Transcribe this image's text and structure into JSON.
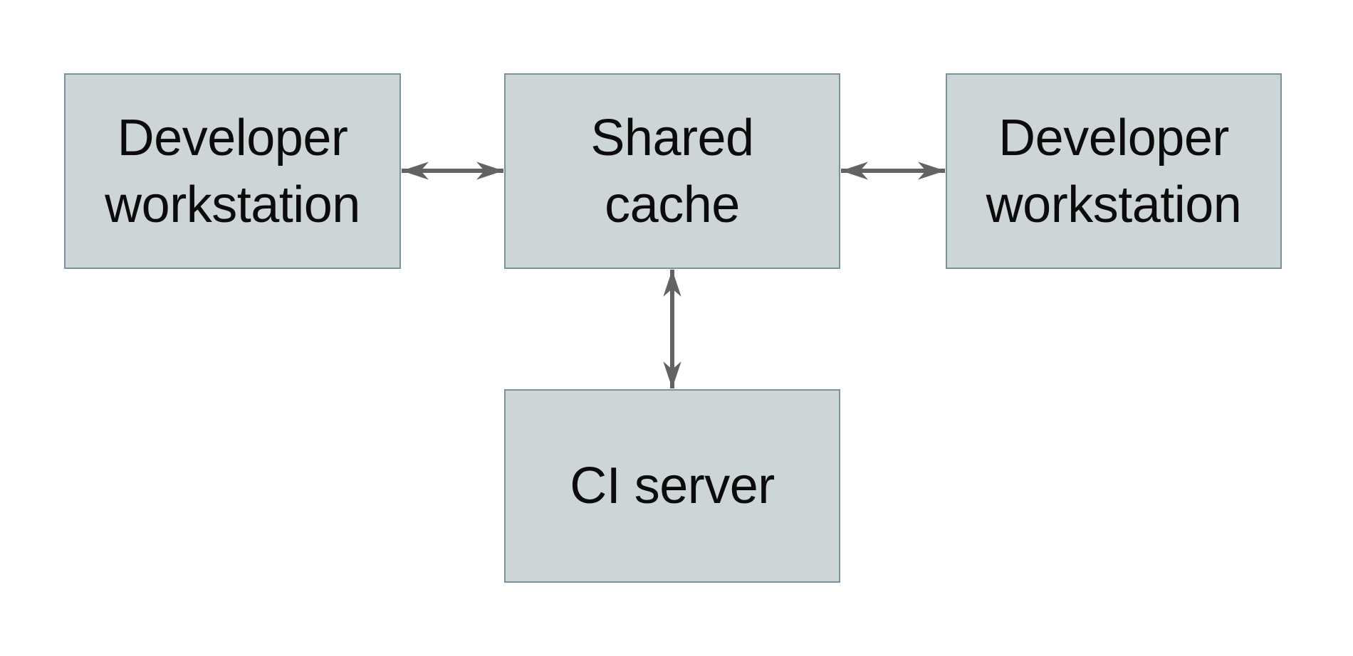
{
  "diagram": {
    "title": "",
    "theme": {
      "background": "#ffffff",
      "box_fill": "#ced5d7",
      "box_border": "#7b929a",
      "arrow_color": "#636363",
      "text_color": "#0b0b0b"
    },
    "nodes": [
      {
        "id": "developer-workstation-left",
        "label": "Developer workstation",
        "lines": [
          "Developer",
          "workstation"
        ]
      },
      {
        "id": "shared-cache",
        "label": "Shared cache",
        "lines": [
          "Shared",
          "cache"
        ]
      },
      {
        "id": "developer-workstation-right",
        "label": "Developer workstation",
        "lines": [
          "Developer",
          "workstation"
        ]
      },
      {
        "id": "ci-server",
        "label": "CI server",
        "lines": [
          "CI server"
        ]
      }
    ],
    "edges": [
      {
        "from": "developer-workstation-left",
        "to": "shared-cache",
        "direction": "bidirectional"
      },
      {
        "from": "developer-workstation-right",
        "to": "shared-cache",
        "direction": "bidirectional"
      },
      {
        "from": "ci-server",
        "to": "shared-cache",
        "direction": "bidirectional"
      }
    ]
  }
}
